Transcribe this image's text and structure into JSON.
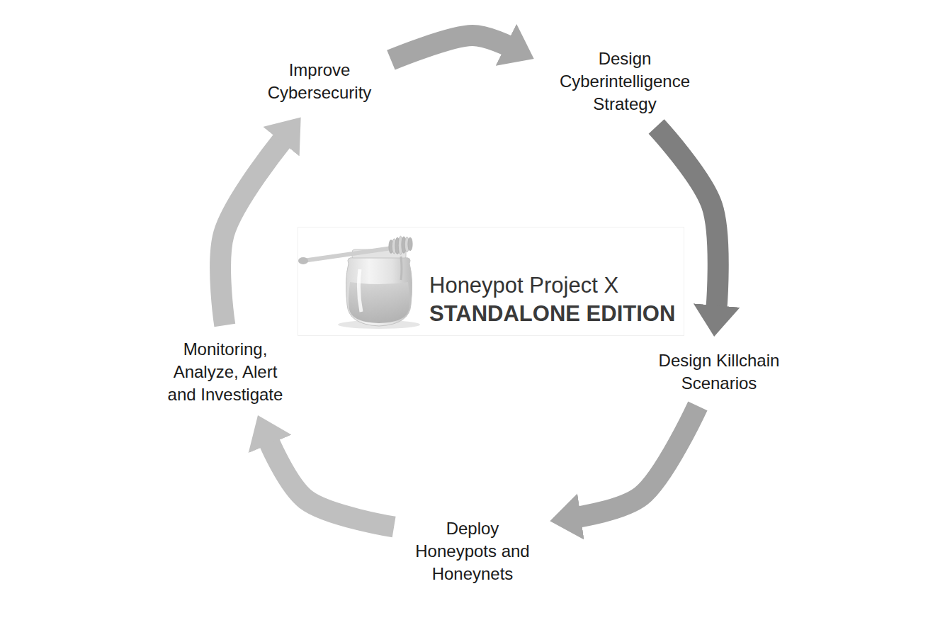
{
  "diagram": {
    "nodes": [
      {
        "text": [
          "Improve Cybersecurity"
        ]
      },
      {
        "text": [
          "Design Cyberintelligence Strategy"
        ]
      },
      {
        "text": [
          "Design Killchain Scenarios"
        ]
      },
      {
        "text": [
          "Deploy Honeypots and Honeynets"
        ]
      },
      {
        "text": [
          "Monitoring, Analyze, Alert and Investigate"
        ]
      },
      {
        "text": [
          "Honeypot Project X",
          "STANDALONE EDITION"
        ]
      }
    ],
    "edges": [
      {
        "from": 0,
        "to": 1,
        "arrow": "to"
      },
      {
        "from": 1,
        "to": 2,
        "arrow": "to"
      },
      {
        "from": 2,
        "to": 3,
        "arrow": "to"
      },
      {
        "from": 3,
        "to": 4,
        "arrow": "to"
      },
      {
        "from": 4,
        "to": 0,
        "arrow": "to"
      }
    ]
  }
}
